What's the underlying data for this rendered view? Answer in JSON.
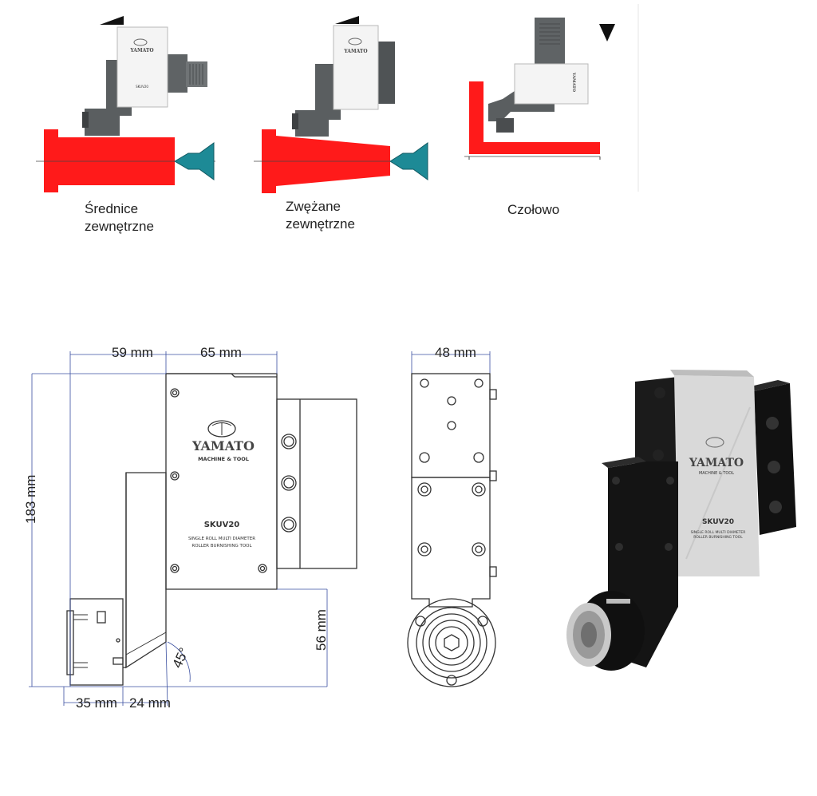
{
  "diagrams": {
    "external": {
      "caption_line1": "Średnice",
      "caption_line2": "zewnętrzne"
    },
    "taper": {
      "caption_line1": "Zwężane",
      "caption_line2": "zewnętrzne"
    },
    "face": {
      "caption_line1": "Czołowo"
    }
  },
  "tool": {
    "brand": "YAMATO",
    "brand_sub": "MACHINE & TOOL",
    "model": "SKUV20",
    "desc_line1": "SINGLE ROLL MULTI DIAMETER",
    "desc_line2": "ROLLER BURNISHING TOOL"
  },
  "dimensions": {
    "d59": "59 mm",
    "d65": "65 mm",
    "d48": "48 mm",
    "d183": "183  mm",
    "d56": "56 mm",
    "d45": "45°",
    "d35": "35 mm",
    "d24": "24 mm"
  },
  "colors": {
    "workpiece": "#ff1a1a",
    "tailstock": "#1d8a96",
    "tool_body": "#585c5e",
    "plate": "#f1f1f1"
  }
}
